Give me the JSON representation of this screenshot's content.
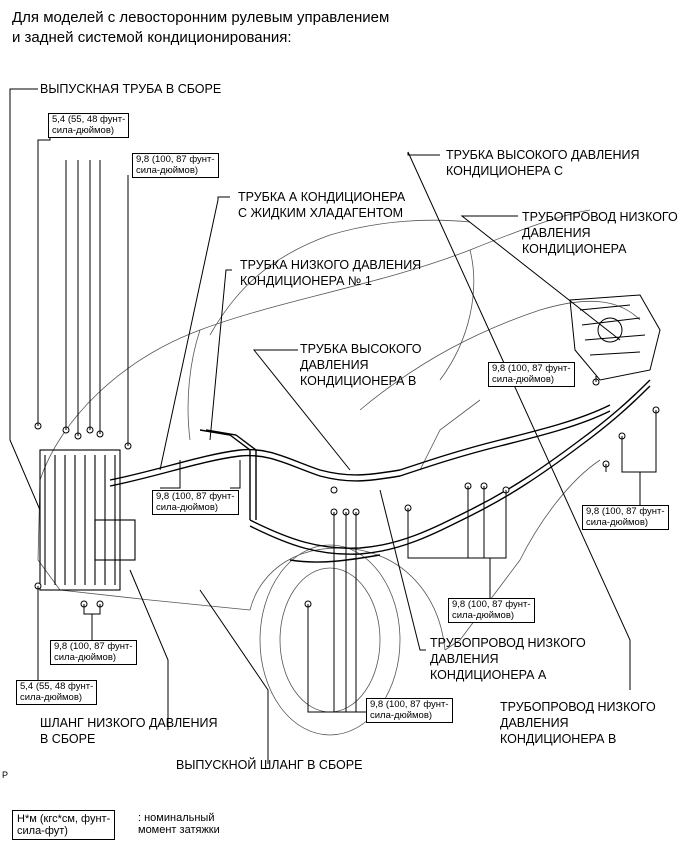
{
  "header": {
    "line1": "Для моделей с левосторонним рулевым управлением",
    "line2": "и задней системой кондиционирования:"
  },
  "labels": {
    "discharge_pipe": "ВЫПУСКНАЯ ТРУБА В СБОРЕ",
    "liquid_pipe_1": "ТРУБКА А КОНДИЦИОНЕРА",
    "liquid_pipe_2": "С ЖИДКИМ ХЛАДАГЕНТОМ",
    "low_pipe1_1": "ТРУБКА НИЗКОГО ДАВЛЕНИЯ",
    "low_pipe1_2": "КОНДИЦИОНЕРА № 1",
    "high_c_1": "ТРУБКА ВЫСОКОГО ДАВЛЕНИЯ",
    "high_c_2": "КОНДИЦИОНЕРА С",
    "low_line_1": "ТРУБОПРОВОД НИЗКОГО",
    "low_line_2": "ДАВЛЕНИЯ",
    "low_line_3": "КОНДИЦИОНЕРА",
    "high_b_1": "ТРУБКА ВЫСОКОГО",
    "high_b_2": "ДАВЛЕНИЯ",
    "high_b_3": "КОНДИЦИОНЕРА В",
    "low_a_1": "ТРУБОПРОВОД НИЗКОГО",
    "low_a_2": "ДАВЛЕНИЯ",
    "low_a_3": "КОНДИЦИОНЕРА А",
    "low_b_1": "ТРУБОПРОВОД НИЗКОГО",
    "low_b_2": "ДАВЛЕНИЯ",
    "low_b_3": "КОНДИЦИОНЕРА В",
    "low_hose_1": "ШЛАНГ НИЗКОГО ДАВЛЕНИЯ",
    "low_hose_2": "В СБОРЕ",
    "discharge_hose": "ВЫПУСКНОЙ ШЛАНГ В СБОРЕ"
  },
  "torque": {
    "t54": "5,4 (55, 48 фунт-\nсила-дюймов)",
    "t98": "9,8 (100, 87 фунт-\nсила-дюймов)"
  },
  "legend": {
    "box": "Н*м (кгс*см, фунт-\nсила-фут)",
    "text": ": номинальный\nмомент затяжки"
  },
  "page_mark": "P"
}
